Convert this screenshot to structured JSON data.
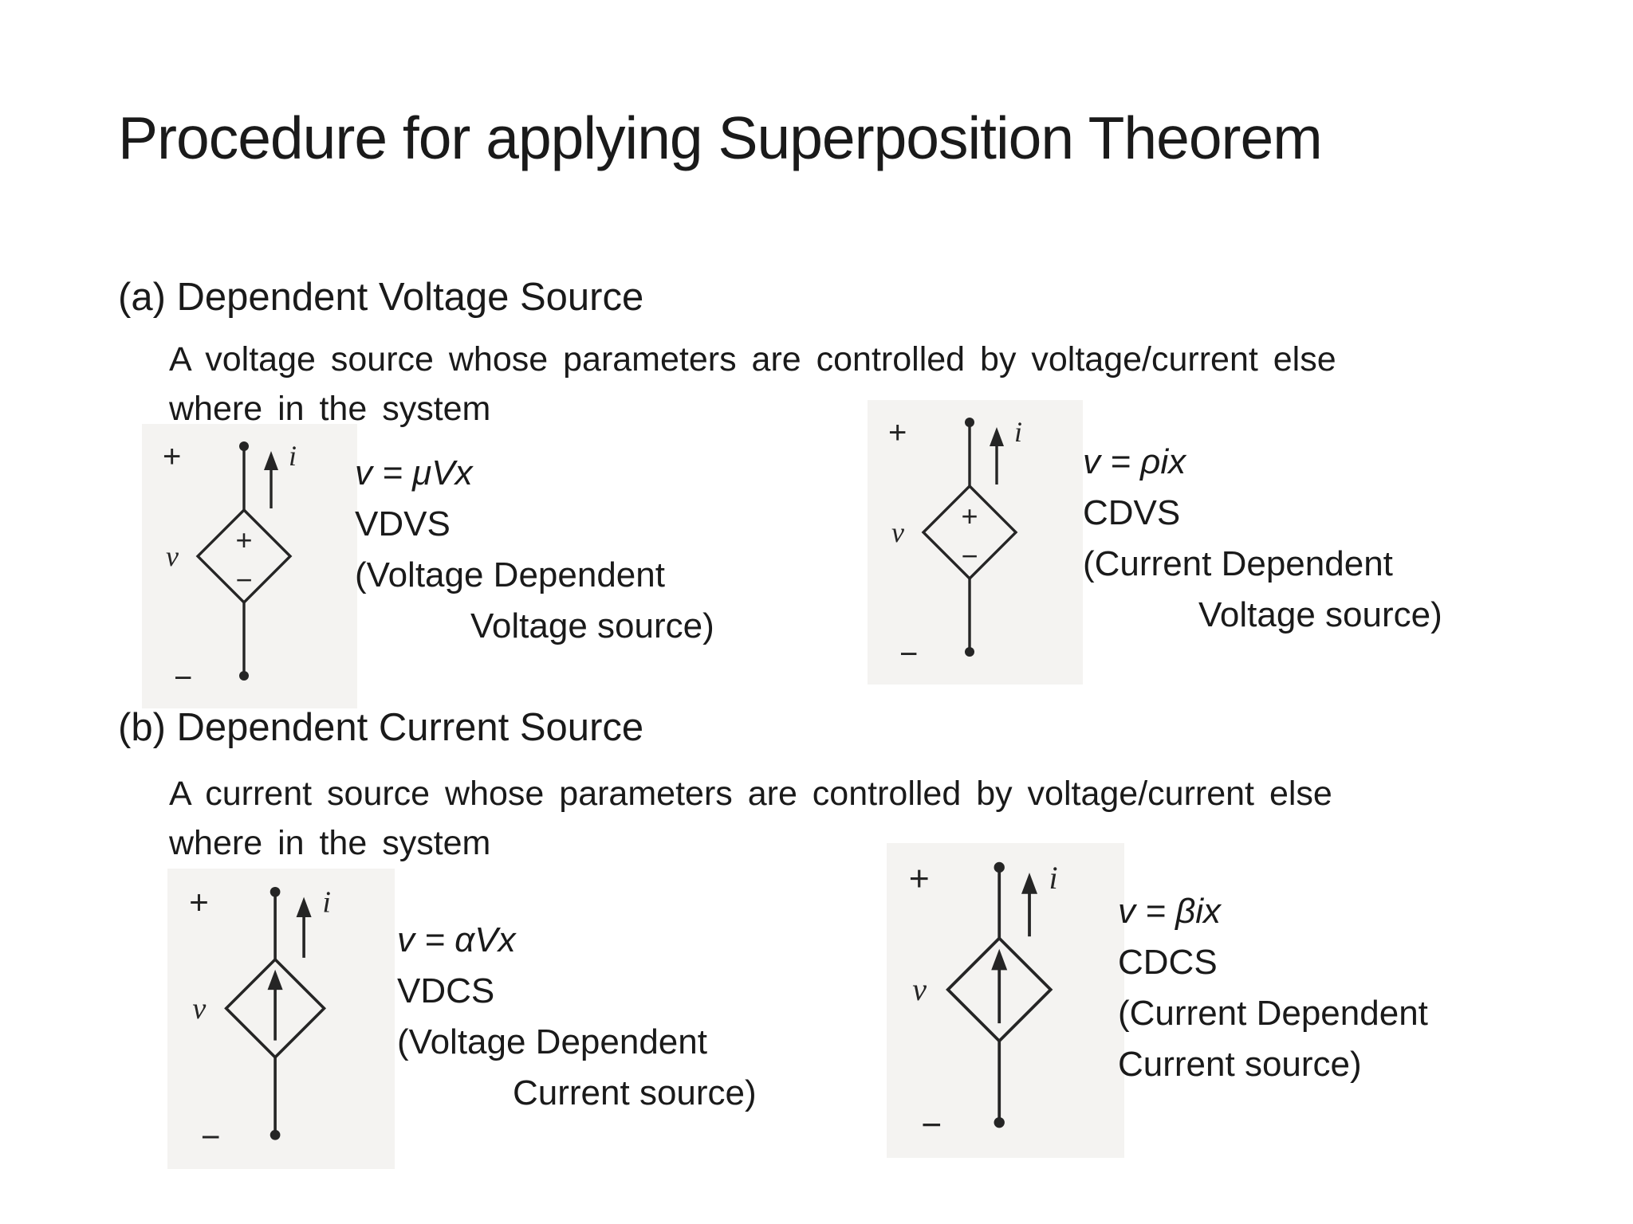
{
  "slide": {
    "title": "Procedure for applying Superposition Theorem"
  },
  "section_a": {
    "heading": "(a) Dependent Voltage Source",
    "description_line1": "A voltage source whose parameters are controlled by voltage/current else",
    "description_line2": "where in the system",
    "left_block": {
      "equation": "v = μVx",
      "abbreviation": "VDVS",
      "expansion_line1": "(Voltage Dependent",
      "expansion_line2": "Voltage source)"
    },
    "right_block": {
      "equation": "v = ρix",
      "abbreviation": "CDVS",
      "expansion_line1": "(Current Dependent",
      "expansion_line2": "Voltage source)"
    }
  },
  "section_b": {
    "heading": "(b) Dependent Current Source",
    "description_line1": "A current source whose parameters are controlled by voltage/current else",
    "description_line2": "where in the system",
    "left_block": {
      "equation": "v = αVx",
      "abbreviation": "VDCS",
      "expansion_line1": "(Voltage Dependent",
      "expansion_line2": "Current source)"
    },
    "right_block": {
      "equation": "v = βix",
      "abbreviation": "CDCS",
      "expansion_line1": "(Current Dependent",
      "expansion_line2": "Current source)"
    }
  },
  "diagram_labels": {
    "plus": "+",
    "minus": "−",
    "voltage": "v",
    "current": "i"
  }
}
